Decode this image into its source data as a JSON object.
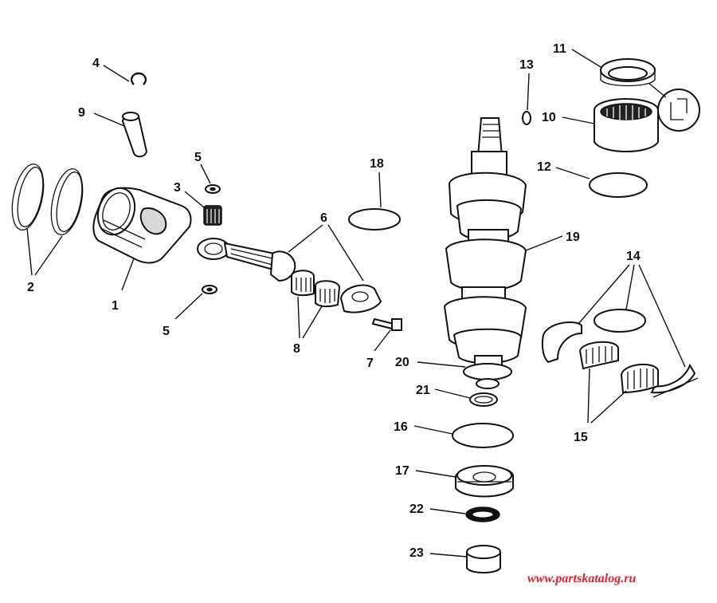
{
  "callouts": [
    {
      "id": "1",
      "text": "1"
    },
    {
      "id": "2",
      "text": "2"
    },
    {
      "id": "3",
      "text": "3"
    },
    {
      "id": "4",
      "text": "4"
    },
    {
      "id": "5a",
      "text": "5"
    },
    {
      "id": "5b",
      "text": "5"
    },
    {
      "id": "6",
      "text": "6"
    },
    {
      "id": "7",
      "text": "7"
    },
    {
      "id": "8",
      "text": "8"
    },
    {
      "id": "9",
      "text": "9"
    },
    {
      "id": "10",
      "text": "10"
    },
    {
      "id": "11",
      "text": "11"
    },
    {
      "id": "12",
      "text": "12"
    },
    {
      "id": "13",
      "text": "13"
    },
    {
      "id": "14",
      "text": "14"
    },
    {
      "id": "15",
      "text": "15"
    },
    {
      "id": "16",
      "text": "16"
    },
    {
      "id": "17",
      "text": "17"
    },
    {
      "id": "18",
      "text": "18"
    },
    {
      "id": "19",
      "text": "19"
    },
    {
      "id": "20",
      "text": "20"
    },
    {
      "id": "21",
      "text": "21"
    },
    {
      "id": "22",
      "text": "22"
    },
    {
      "id": "23",
      "text": "23"
    }
  ],
  "watermark": "www.partskatalog.ru",
  "colors": {
    "ink": "#111111",
    "watermark": "#e0232b",
    "background": "#ffffff"
  }
}
